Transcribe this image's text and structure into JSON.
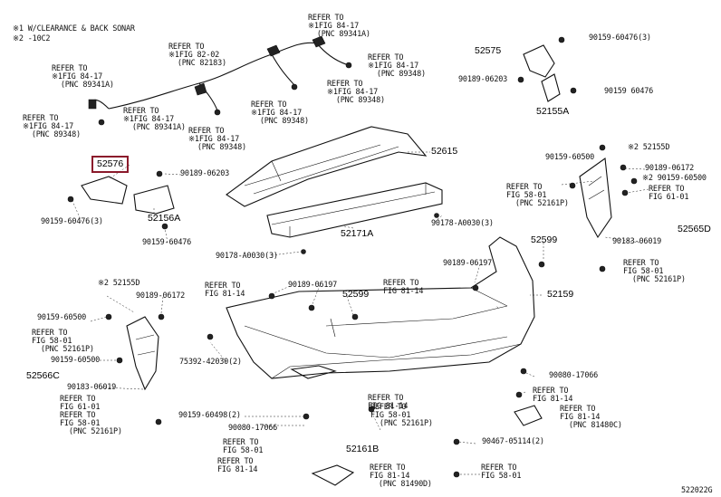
{
  "header": {
    "note_line1": "※1 W/CLEARANCE & BACK SONAR",
    "note_line2": "※2 -10C2"
  },
  "footer": {
    "diagram_id": "522022G"
  },
  "labels": [
    {
      "id": "refer-8941a-top",
      "text": "REFER TO\n※1FIG 84-17\n  (PNC 89341A)"
    },
    {
      "id": "refer-8218-top",
      "text": "REFER TO\n※1FIG 82-02\n  (PNC 82183)"
    },
    {
      "id": "refer-89348-a",
      "text": "REFER TO\n※1FIG 84-17\n  (PNC 89348)"
    },
    {
      "id": "refer-89341a-left",
      "text": "REFER TO\n※1FIG 84-17\n  (PNC 89341A)"
    },
    {
      "id": "refer-89348-b",
      "text": "REFER TO\n※1FIG 84-17\n  (PNC 89348)"
    },
    {
      "id": "refer-89348-mid",
      "text": "REFER TO\n※1FIG 84-17\n  (PNC 89348)"
    },
    {
      "id": "refer-89341a-mid",
      "text": "REFER TO\n※1FIG 84-17\n  (PNC 89341A)"
    },
    {
      "id": "refer-89348-left",
      "text": "REFER TO\n※1FIG 84-17\n  (PNC 89348)"
    },
    {
      "id": "refer-89348-low",
      "text": "REFER TO\n※1FIG 84-17\n  (PNC 89348)"
    },
    {
      "id": "part-52575",
      "text": "52575",
      "big": true
    },
    {
      "id": "part-90159-60476-3-top",
      "text": "90159-60476(3)"
    },
    {
      "id": "part-90189-06203-top",
      "text": "90189-06203"
    },
    {
      "id": "part-90159-60476-right",
      "text": "90159 60476"
    },
    {
      "id": "part-52155A",
      "text": "52155A",
      "big": true
    },
    {
      "id": "part-52576",
      "text": "52576",
      "big": true,
      "highlight": true
    },
    {
      "id": "part-90189-06203-mid",
      "text": "90189-06203"
    },
    {
      "id": "part-52615",
      "text": "52615",
      "big": true
    },
    {
      "id": "part-90159-60476-3-left",
      "text": "90159-60476(3)"
    },
    {
      "id": "part-52156A",
      "text": "52156A",
      "big": true
    },
    {
      "id": "part-90159-60476-low",
      "text": "90159-60476"
    },
    {
      "id": "part-52171A",
      "text": "52171A",
      "big": true
    },
    {
      "id": "part-90178-A0030-3-right",
      "text": "90178-A0030(3)"
    },
    {
      "id": "part-90178-A0030-3-left",
      "text": "90178-A0030(3)"
    },
    {
      "id": "part-52155D-right",
      "text": "※2 52155D"
    },
    {
      "id": "part-90159-60500-right",
      "text": "90159-60500"
    },
    {
      "id": "part-90189-06172-right",
      "text": "90189-06172"
    },
    {
      "id": "part-90159-60500-right2",
      "text": "※2 90159-60500"
    },
    {
      "id": "refer-61-01-right",
      "text": "REFER TO\nFIG 61-01"
    },
    {
      "id": "refer-52161p-right",
      "text": "REFER TO\nFIG 58-01\n  (PNC 52161P)"
    },
    {
      "id": "part-52599-right",
      "text": "52599",
      "big": true
    },
    {
      "id": "part-52565D",
      "text": "52565D",
      "big": true
    },
    {
      "id": "part-90183-06019-right",
      "text": "90183-06019"
    },
    {
      "id": "refer-52161p-right2",
      "text": "REFER TO\nFIG 58-01\n  (PNC 52161P)"
    },
    {
      "id": "part-90189-06197-right",
      "text": "90189-06197"
    },
    {
      "id": "refer-81-14-right",
      "text": "REFER TO\nFIG 81-14"
    },
    {
      "id": "part-52159",
      "text": "52159",
      "big": true
    },
    {
      "id": "part-52155D-left",
      "text": "※2 52155D"
    },
    {
      "id": "part-90189-06172-left",
      "text": "90189-06172"
    },
    {
      "id": "part-90159-60500-left",
      "text": "90159-60500"
    },
    {
      "id": "refer-52161p-left",
      "text": "REFER TO\nFIG 58-01\n  (PNC 52161P)"
    },
    {
      "id": "part-90159-60500-left2",
      "text": "90159-60500"
    },
    {
      "id": "part-52566C",
      "text": "52566C",
      "big": true
    },
    {
      "id": "part-90183-06019-left",
      "text": "90183-06019"
    },
    {
      "id": "refer-61-01-left",
      "text": "REFER TO\nFIG 61-01"
    },
    {
      "id": "refer-52161p-left2",
      "text": "REFER TO\nFIG 58-01\n  (PNC 52161P)"
    },
    {
      "id": "refer-81-14-mid",
      "text": "REFER TO\nFIG 81-14"
    },
    {
      "id": "part-90189-06197-mid",
      "text": "90189-06197"
    },
    {
      "id": "part-52599-mid",
      "text": "52599",
      "big": true
    },
    {
      "id": "part-75392-42030",
      "text": "75392-42030(2)"
    },
    {
      "id": "part-90159-60498",
      "text": "90159-60498(2)"
    },
    {
      "id": "part-90080-17066-left",
      "text": "90080-17066"
    },
    {
      "id": "refer-58-01-left",
      "text": "REFER TO\nFIG 58-01"
    },
    {
      "id": "refer-81-14-bl",
      "text": "REFER TO\nFIG 81-14"
    },
    {
      "id": "part-52161B",
      "text": "52161B",
      "big": true
    },
    {
      "id": "refer-81-14-low",
      "text": "REFER TO\nFIG 81-14"
    },
    {
      "id": "refer-52161p-mid",
      "text": "REFER TO\nFIG 58-01\n  (PNC 52161P)"
    },
    {
      "id": "part-90080-17066-right",
      "text": "90080-17066"
    },
    {
      "id": "refer-81-14-r2",
      "text": "REFER TO\nFIG 81-14"
    },
    {
      "id": "refer-81480c",
      "text": "REFER TO\nFIG 81-14\n  (PNC 81480C)"
    },
    {
      "id": "part-90467-05114",
      "text": "90467-05114(2)"
    },
    {
      "id": "refer-81490d",
      "text": "REFER TO\nFIG 81-14\n  (PNC 81490D)"
    },
    {
      "id": "refer-58-01-bottom",
      "text": "REFER TO\nFIG 58-01"
    }
  ]
}
